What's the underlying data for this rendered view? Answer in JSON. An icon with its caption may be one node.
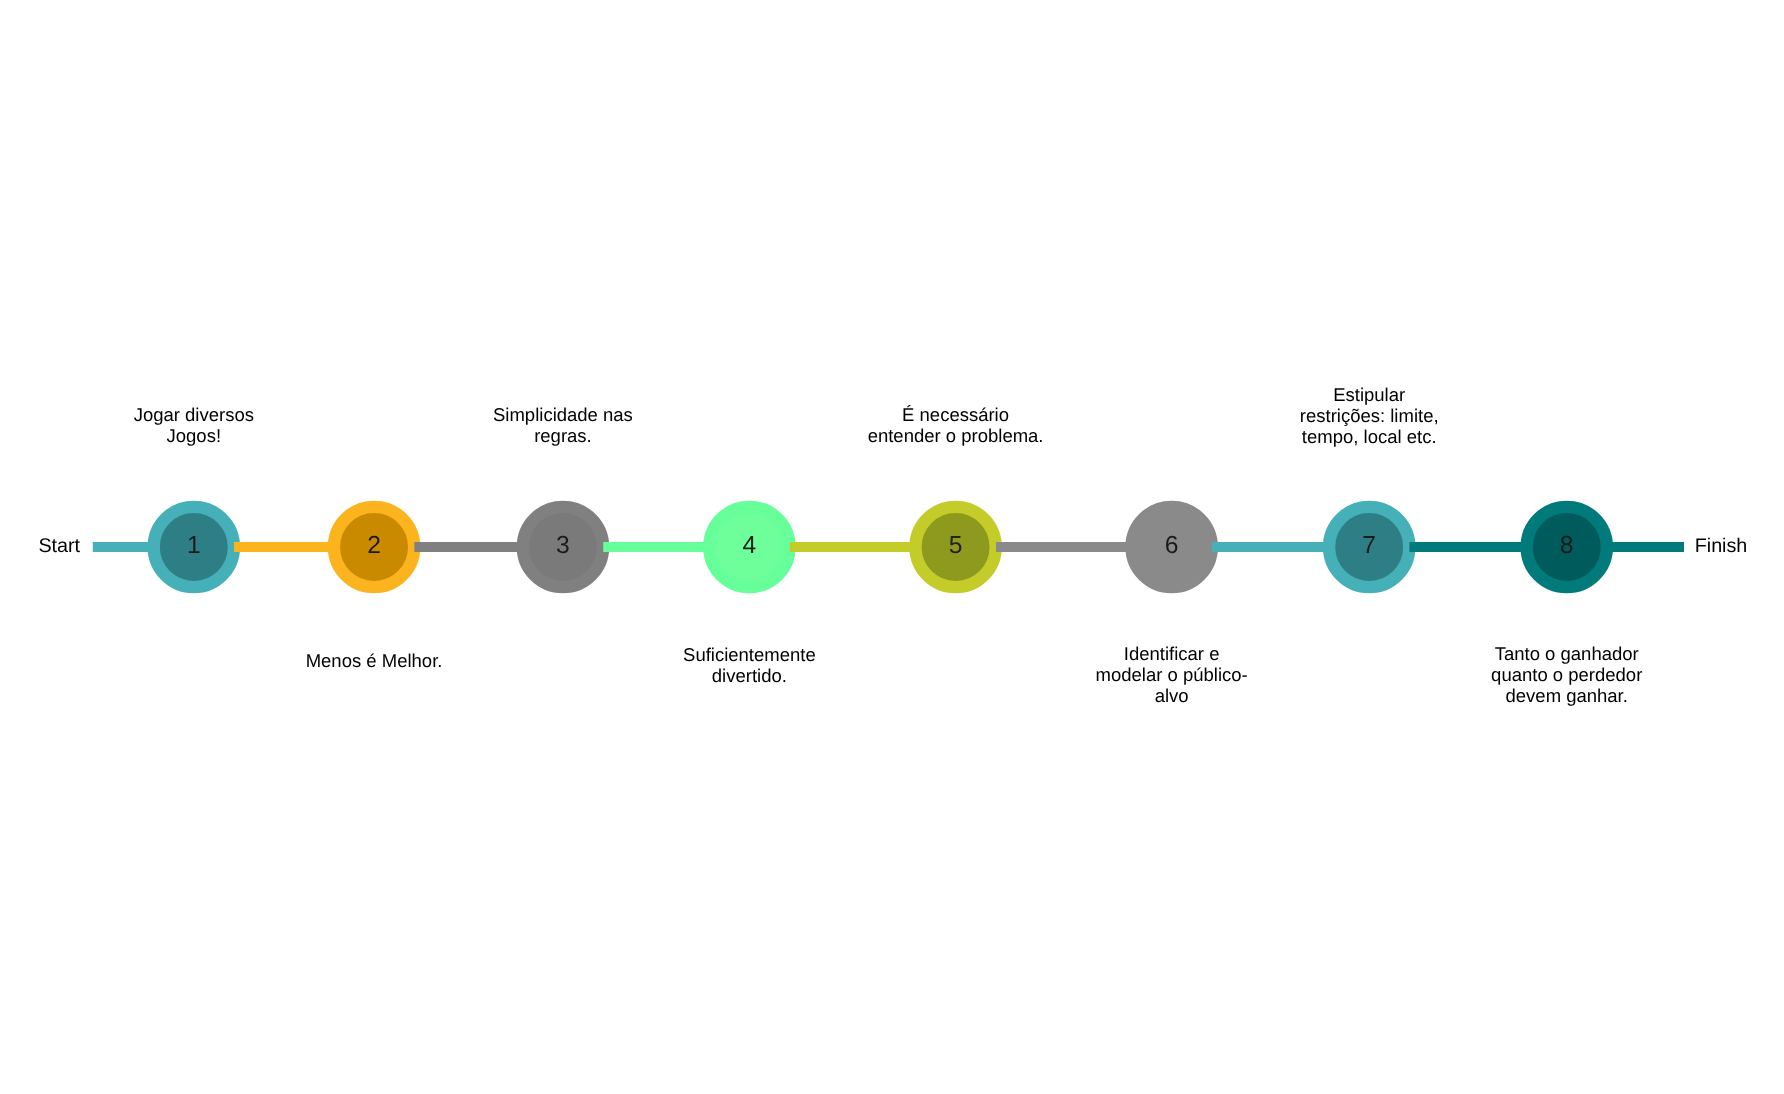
{
  "diagram": {
    "nodes": [
      {
        "text": [
          "Start"
        ]
      },
      {
        "text": [
          "1"
        ],
        "beside": [
          "Jogar diversos Jogos!"
        ]
      },
      {
        "text": [
          "2"
        ],
        "beside": [
          "Menos é Melhor."
        ]
      },
      {
        "text": [
          "3"
        ],
        "beside": [
          "Simplicidade nas regras."
        ]
      },
      {
        "text": [
          "4"
        ],
        "beside": [
          "Suficientemente divertido."
        ]
      },
      {
        "text": [
          "5"
        ],
        "beside": [
          "É necessário entender o problema."
        ]
      },
      {
        "text": [
          "6"
        ],
        "beside": [
          "Identificar e modelar o público-alvo"
        ]
      },
      {
        "text": [
          "7"
        ],
        "beside": [
          "Estipular restrições: limite, tempo, local etc."
        ]
      },
      {
        "text": [
          "8"
        ],
        "beside": [
          "Tanto o ganhador quanto o perdedor devem ganhar."
        ]
      },
      {
        "text": [
          "Finish"
        ]
      }
    ],
    "edges": [
      {
        "from": 0,
        "to": 1,
        "arrow": "none",
        "color": "#45b0b8"
      },
      {
        "from": 1,
        "to": 2,
        "arrow": "none",
        "color": "#fbb41e"
      },
      {
        "from": 2,
        "to": 3,
        "arrow": "none",
        "color": "#808080"
      },
      {
        "from": 3,
        "to": 4,
        "arrow": "none",
        "color": "#66ff99"
      },
      {
        "from": 4,
        "to": 5,
        "arrow": "none",
        "color": "#c4cc2a"
      },
      {
        "from": 5,
        "to": 6,
        "arrow": "none",
        "color": "#8a8a8a"
      },
      {
        "from": 6,
        "to": 7,
        "arrow": "none",
        "color": "#45b0b8"
      },
      {
        "from": 7,
        "to": 8,
        "arrow": "none",
        "color": "#007a7a"
      },
      {
        "from": 8,
        "to": 9,
        "arrow": "none",
        "color": "#007a7a"
      }
    ]
  }
}
